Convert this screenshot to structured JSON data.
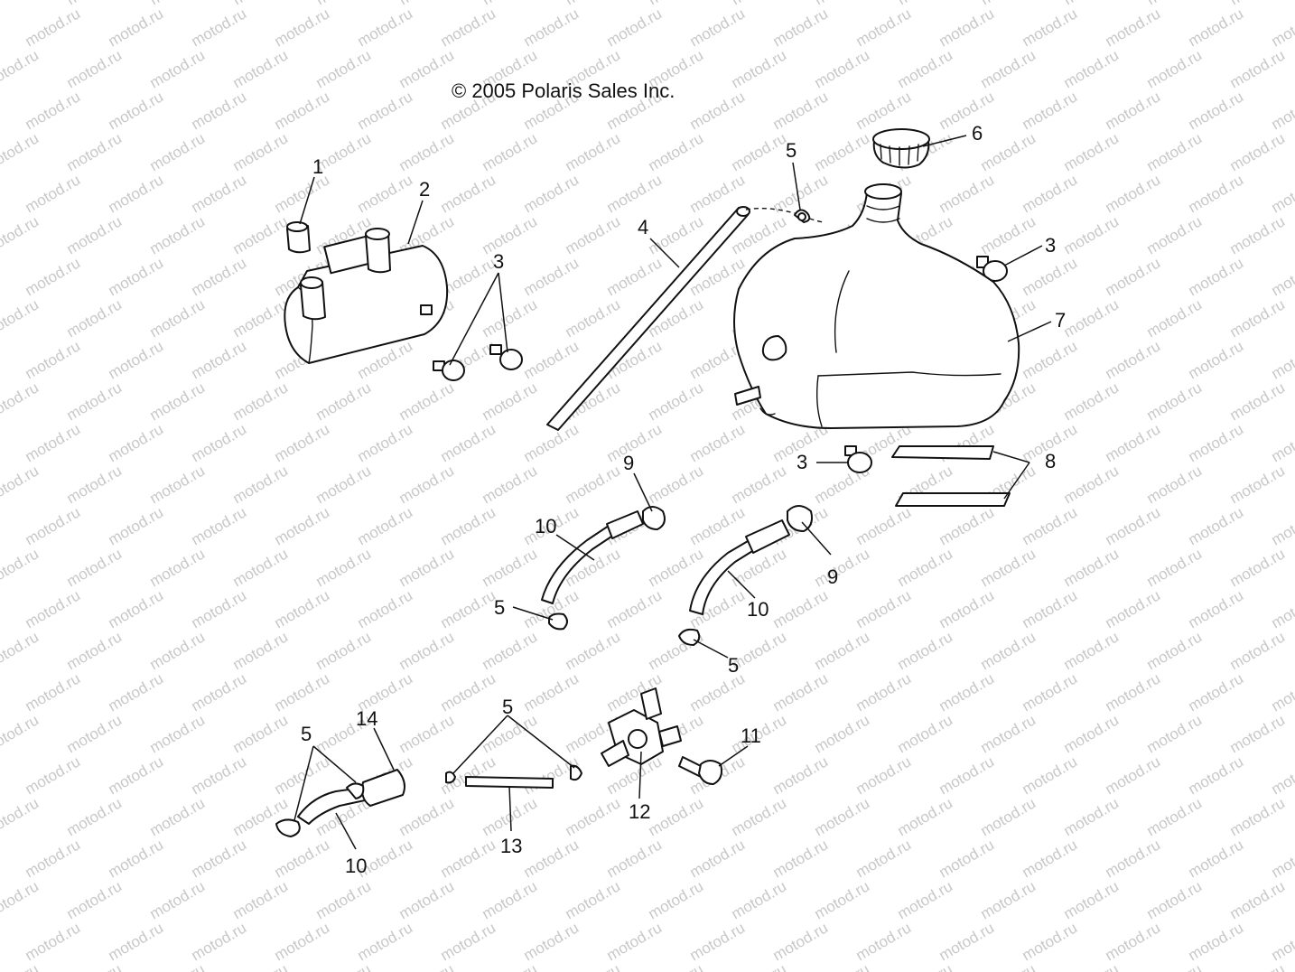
{
  "copyright": "© 2005 Polaris Sales Inc.",
  "watermark": "motod.ru",
  "callouts": {
    "c1": "1",
    "c2": "2",
    "c3a": "3",
    "c3b": "3",
    "c3c": "3",
    "c4": "4",
    "c5a": "5",
    "c5b": "5",
    "c5c": "5",
    "c5d": "5",
    "c5e": "5",
    "c6": "6",
    "c7": "7",
    "c8": "8",
    "c9a": "9",
    "c9b": "9",
    "c10a": "10",
    "c10b": "10",
    "c10c": "10",
    "c11": "11",
    "c12": "12",
    "c13": "13",
    "c14": "14"
  }
}
